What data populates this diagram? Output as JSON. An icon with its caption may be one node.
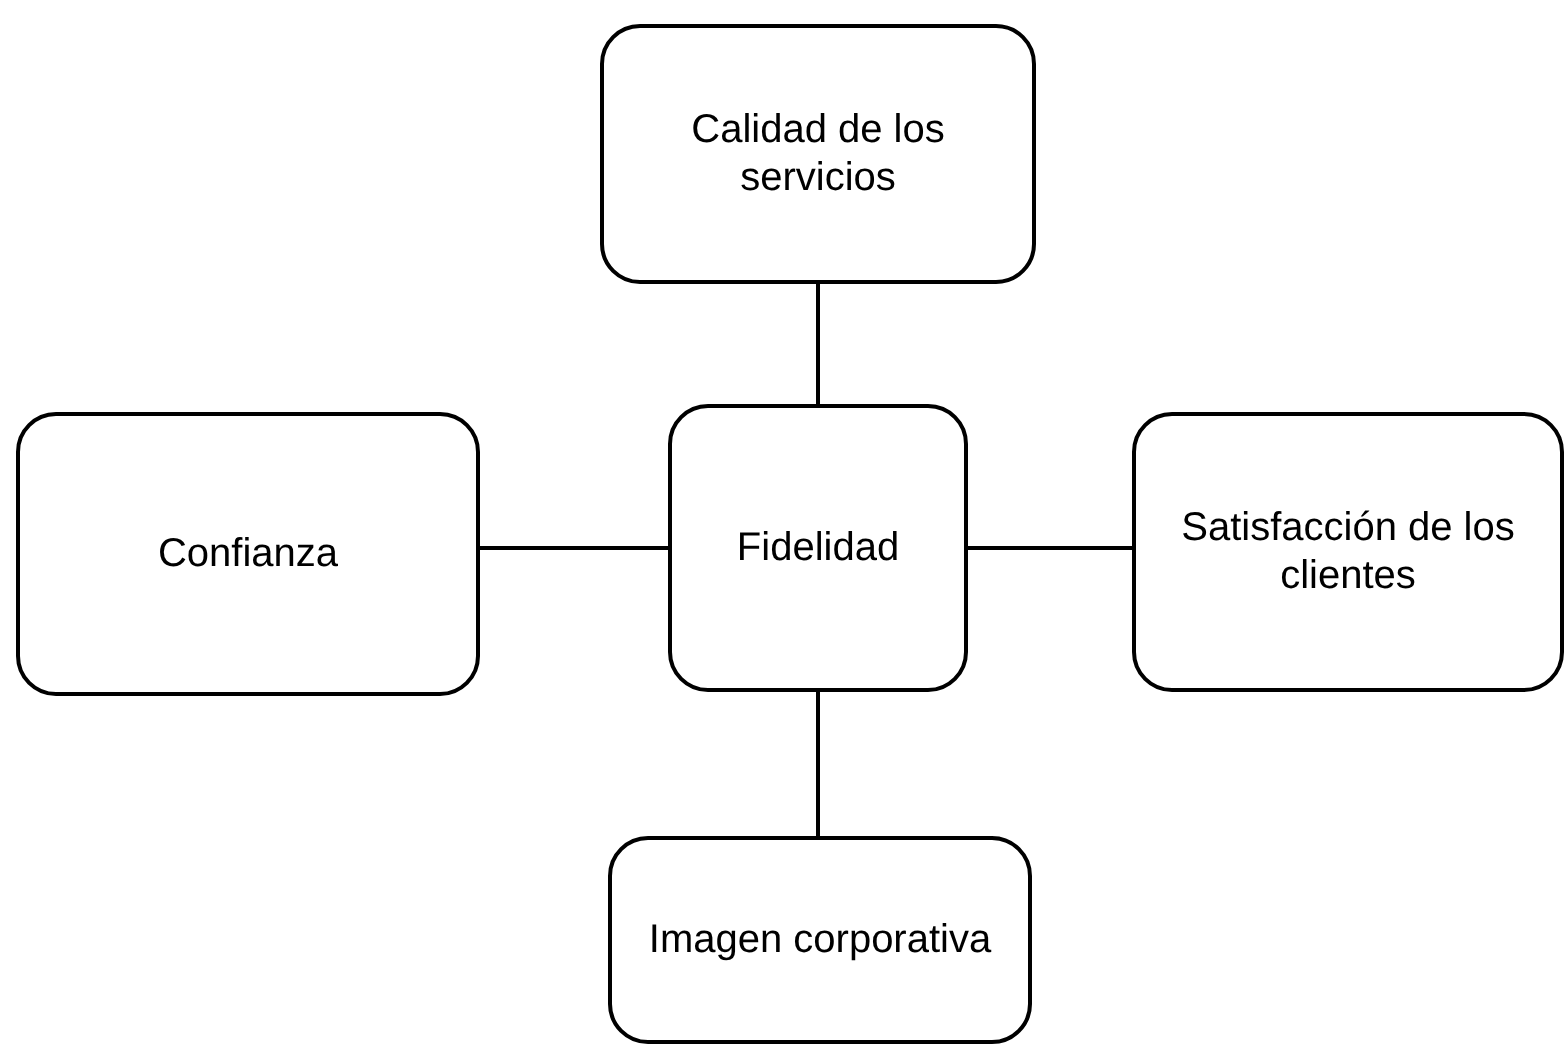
{
  "diagram": {
    "nodes": [
      {
        "text": [
          "Calidad de los servicios"
        ]
      },
      {
        "text": [
          "Confianza"
        ]
      },
      {
        "text": [
          "Fidelidad"
        ]
      },
      {
        "text": [
          "Satisfacción de los clientes"
        ]
      },
      {
        "text": [
          "Imagen corporativa"
        ]
      }
    ],
    "edges": [
      {
        "from": 2,
        "to": 0,
        "arrow": "none"
      },
      {
        "from": 2,
        "to": 1,
        "arrow": "none"
      },
      {
        "from": 2,
        "to": 3,
        "arrow": "none"
      },
      {
        "from": 2,
        "to": 4,
        "arrow": "none"
      }
    ]
  }
}
